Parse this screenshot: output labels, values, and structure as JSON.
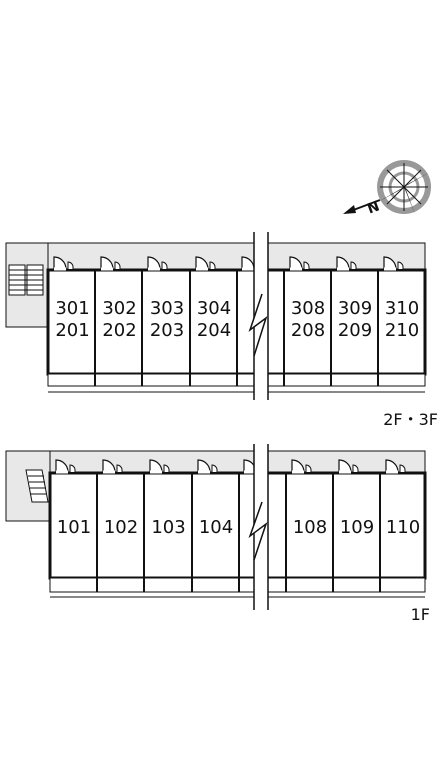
{
  "compass": {
    "icon": "compass-rose-icon",
    "north_mark": "N"
  },
  "upper_floor": {
    "label": "2F・3F",
    "units": [
      {
        "top": "301",
        "bottom": "201"
      },
      {
        "top": "302",
        "bottom": "202"
      },
      {
        "top": "303",
        "bottom": "203"
      },
      {
        "top": "304",
        "bottom": "204"
      },
      {
        "top": "",
        "bottom": ""
      },
      {
        "top": "308",
        "bottom": "208"
      },
      {
        "top": "309",
        "bottom": "209"
      },
      {
        "top": "310",
        "bottom": "210"
      }
    ]
  },
  "lower_floor": {
    "label": "1F",
    "units": [
      {
        "number": "101"
      },
      {
        "number": "102"
      },
      {
        "number": "103"
      },
      {
        "number": "104"
      },
      {
        "number": ""
      },
      {
        "number": "108"
      },
      {
        "number": "109"
      },
      {
        "number": "110"
      }
    ]
  },
  "colors": {
    "corridor": "#e8e8e8",
    "wall": "#111111",
    "background": "#ffffff"
  }
}
